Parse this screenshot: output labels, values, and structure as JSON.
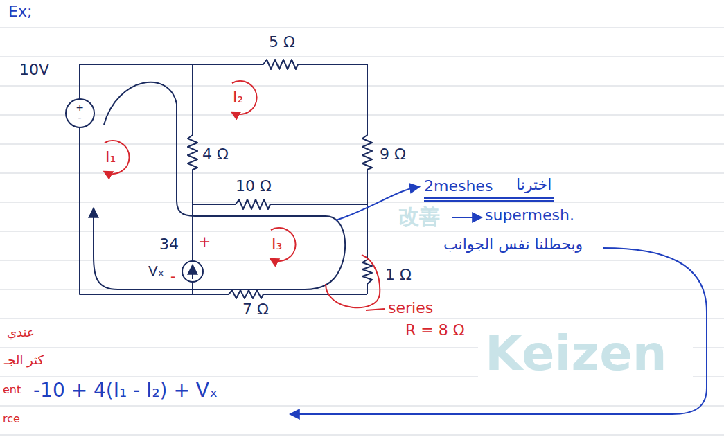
{
  "diagram": {
    "nodes": [
      {
        "text": [
          "+",
          "-"
        ]
      }
    ],
    "labels": [
      "Ex;",
      "5 Ω",
      "10V",
      "4 Ω",
      "I₂",
      "9 Ω",
      "10 Ω",
      "I₁",
      "2meshes",
      "اخترنا",
      "改善",
      "supermesh.",
      "وبحطلنا نفس الجوانب",
      "34",
      "+",
      "I₃",
      "Vₓ",
      "-",
      "1 Ω",
      "7 Ω",
      "series",
      "R = 8 Ω",
      "Keizen",
      "عندي",
      "كثر الجـ",
      "ent",
      "rce",
      "-10 + 4(I₁ - I₂) + Vₓ"
    ]
  }
}
